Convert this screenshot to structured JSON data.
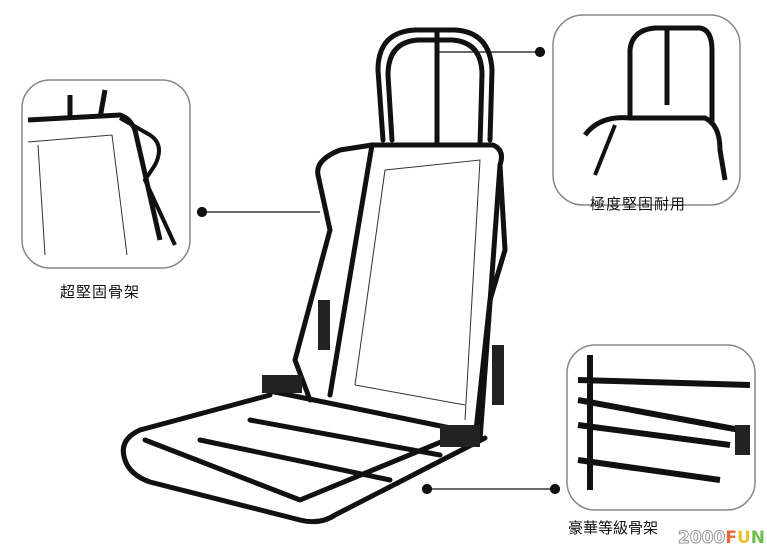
{
  "callouts": {
    "left": "超堅固骨架",
    "top_right": "極度堅固耐用",
    "bottom_right": "豪華等級骨架"
  },
  "logo": {
    "number": "2000",
    "f": "F",
    "u": "U",
    "n": "N"
  },
  "colors": {
    "frame": "#111111",
    "box_border": "#888888",
    "logo_f": "#e8663a",
    "logo_u": "#e8c22f",
    "logo_n": "#6cbf4a"
  }
}
